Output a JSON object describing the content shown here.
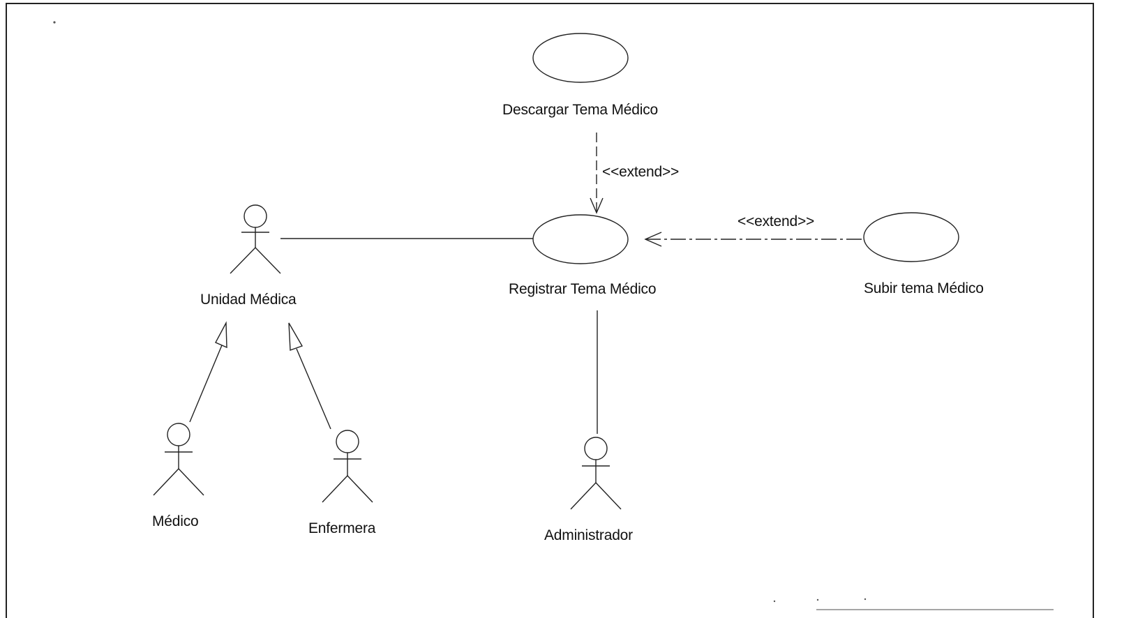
{
  "use_cases": {
    "descargar": "Descargar Tema Médico",
    "registrar": "Registrar Tema Médico",
    "subir": "Subir tema Médico"
  },
  "actors": {
    "unidad": "Unidad Médica",
    "medico": "Médico",
    "enfermera": "Enfermera",
    "administrador": "Administrador"
  },
  "relations": {
    "extend_top": "<<extend>>",
    "extend_right": "<<extend>>"
  }
}
